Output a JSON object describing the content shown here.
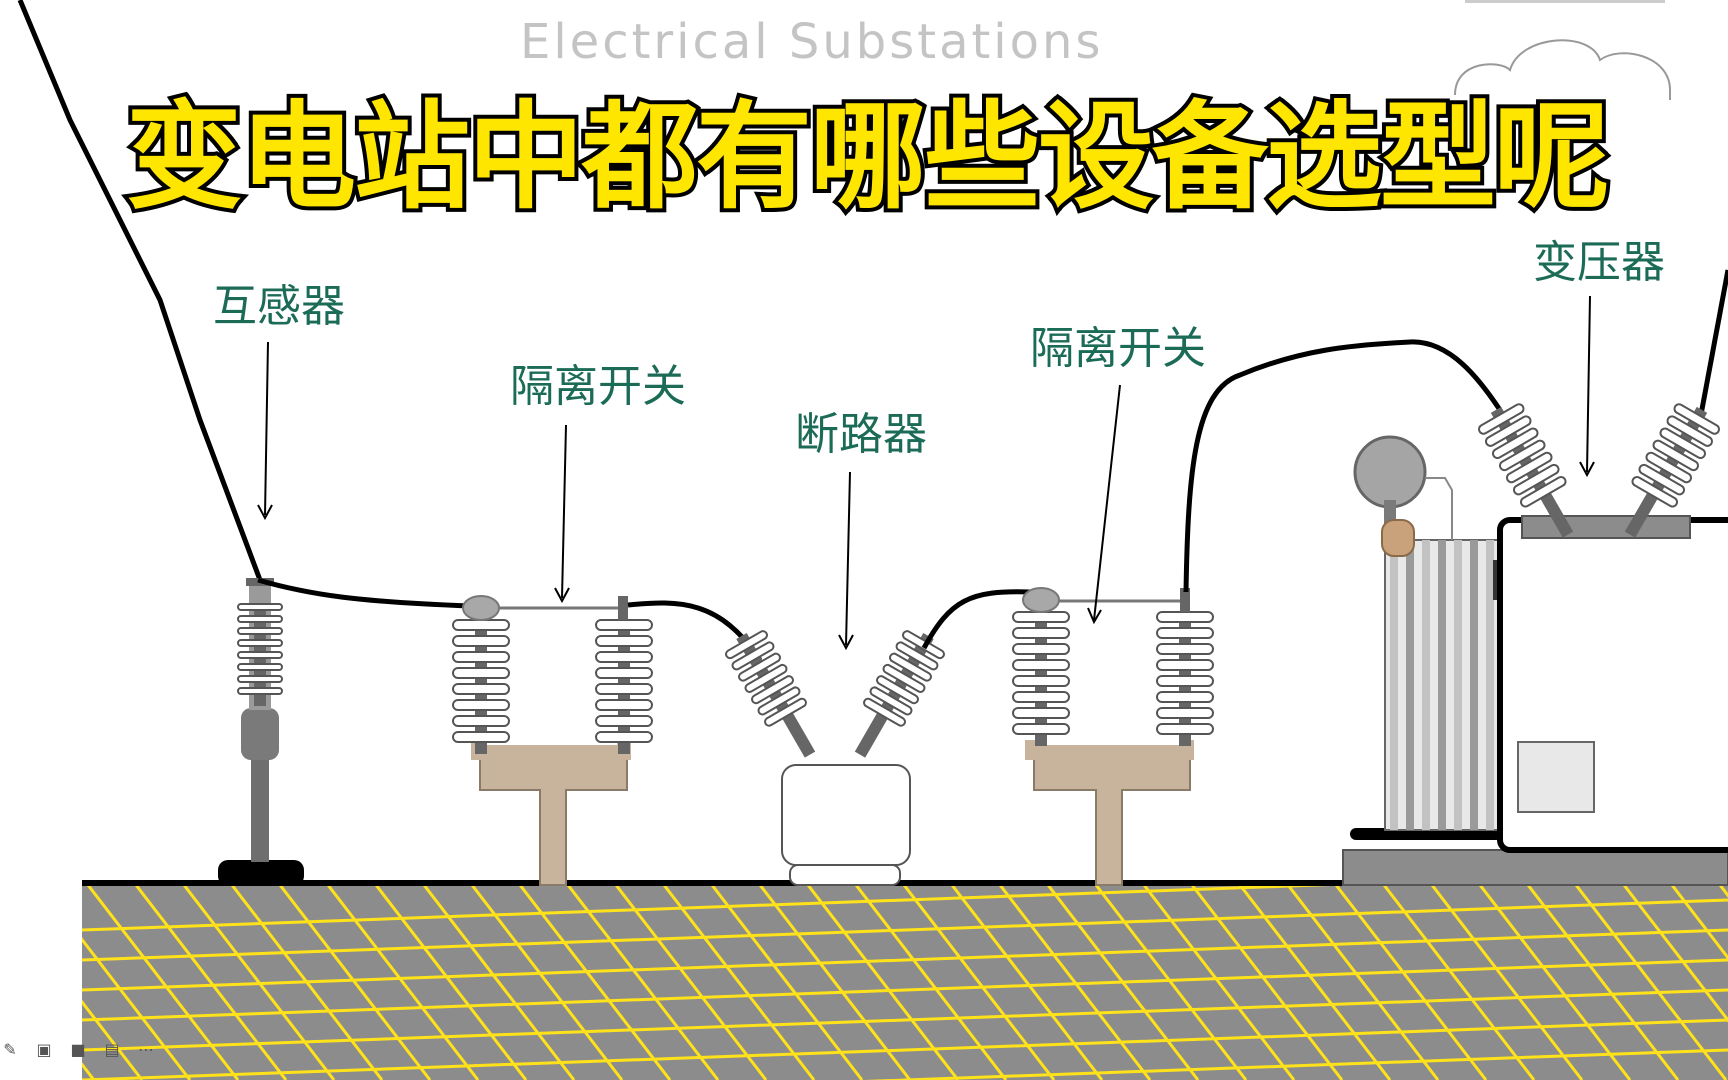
{
  "subtitle": "Electrical Substations",
  "headline": "变电站中都有哪些设备选型呢",
  "labels": {
    "transformer_instrument": "互感器",
    "disconnector_left": "隔离开关",
    "breaker": "断路器",
    "disconnector_right": "隔离开关",
    "power_transformer": "变压器"
  },
  "colors": {
    "headline_fill": "#ffe600",
    "label_text": "#1b6b57",
    "ground": "#8c8c8c",
    "grid_lines": "#ffe21a",
    "insulator_stem": "#c8b49c"
  },
  "toolbar_icons": [
    "pen-icon",
    "screenshot-icon",
    "camera-icon",
    "comment-icon",
    "more-icon"
  ]
}
